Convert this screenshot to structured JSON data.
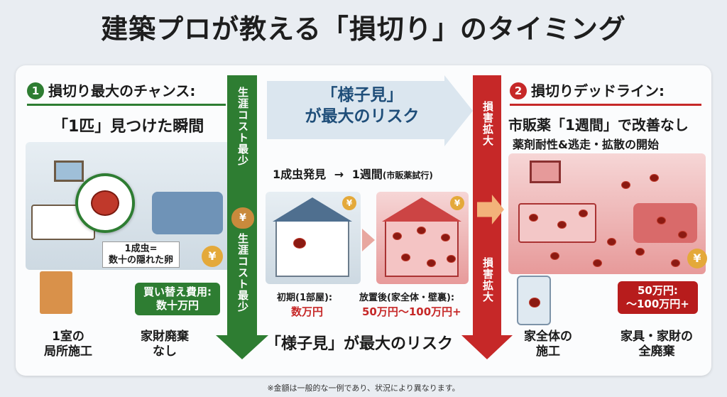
{
  "title": "建築プロが教える「損切り」のタイミング",
  "left": {
    "number": "1",
    "heading": "損切り最大のチャンス:",
    "subheading": "「1匹」見つけた瞬間",
    "bubble": "1成虫=\n数十の隠れた卵",
    "tag": "買い替え費用:\n数十万円",
    "caption_a": "1室の\n局所施工",
    "caption_b": "家財廃棄\nなし"
  },
  "middle": {
    "vertical_green_1": "生涯コスト最少",
    "vertical_green_2": "生涯コスト最少",
    "vertical_red_1": "損害拡大",
    "vertical_red_2": "損害拡大",
    "arrow_text": "「様子見」\nが最大のリスク",
    "timeline_left": "1成虫発見",
    "timeline_arrow": "→",
    "timeline_right": "1週間",
    "timeline_right_note": "(市販薬試行)",
    "house_left_label": "初期(1部屋):",
    "house_left_cost": "数万円",
    "house_right_label": "放置後(家全体・壁裏):",
    "house_right_cost": "50万円〜100万円+",
    "bottom_text": "「様子見」が最大のリスク"
  },
  "right": {
    "number": "2",
    "heading": "損切りデッドライン:",
    "subheading": "市販薬「1週間」で改善なし",
    "subheading2": "薬剤耐性&逃走・拡散の開始",
    "tag": "50万円:\n〜100万円+",
    "caption_a": "家全体の\n施工",
    "caption_b": "家具・家財の\n全廃棄"
  },
  "footnote": "※金額は一般的な一例であり、状況により異なります。",
  "colors": {
    "green": "#2e7d32",
    "red": "#c62828",
    "arrow_blue": "#dbe6ef"
  }
}
